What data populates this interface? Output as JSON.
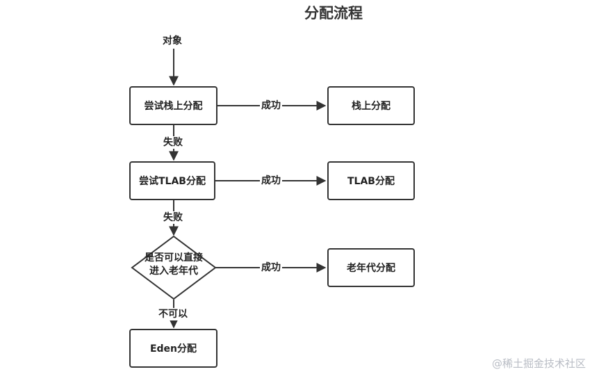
{
  "title": "分配流程",
  "nodes": {
    "start": "对象",
    "try_stack": "尝试栈上分配",
    "stack_alloc": "栈上分配",
    "try_tlab": "尝试TLAB分配",
    "tlab_alloc": "TLAB分配",
    "decision": [
      "是否可以直接",
      "进入老年代"
    ],
    "old_alloc": "老年代分配",
    "eden_alloc": "Eden分配"
  },
  "edges": {
    "success_1": "成功",
    "success_2": "成功",
    "success_3": "成功",
    "fail_1": "失败",
    "fail_2": "失败",
    "cannot": "不可以"
  },
  "watermark": "@稀土掘金技术社区",
  "colors": {
    "line": "#333333",
    "text": "#222222",
    "watermark": "#b8bcc4"
  }
}
